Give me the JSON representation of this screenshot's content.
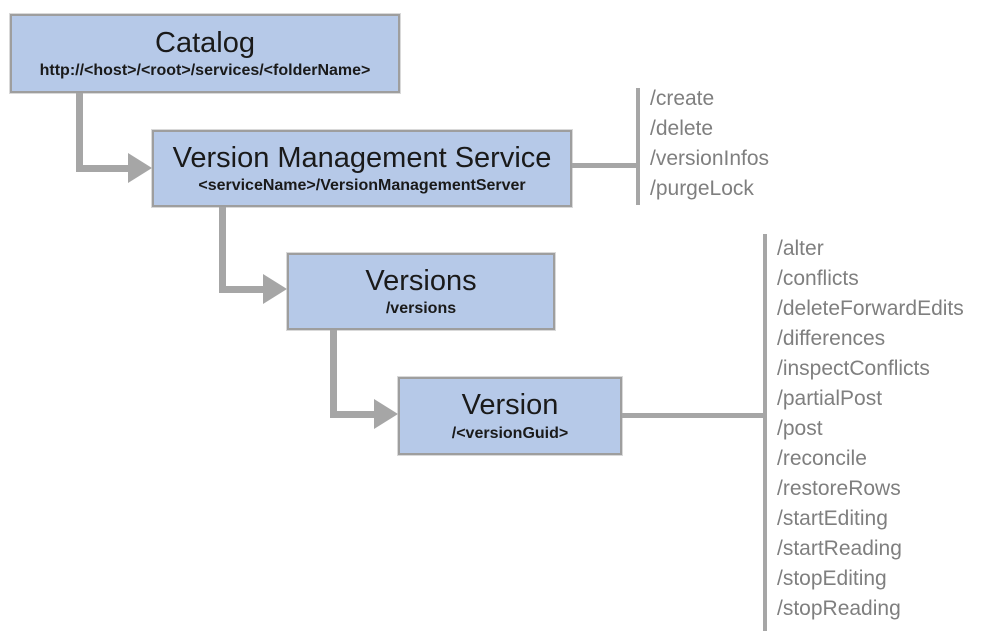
{
  "diagram": {
    "nodes": [
      {
        "id": "catalog",
        "title": "Catalog",
        "subtitle": "http://<host>/<root>/services/<folderName>"
      },
      {
        "id": "vms",
        "title": "Version Management Service",
        "subtitle": "<serviceName>/VersionManagementServer"
      },
      {
        "id": "versions",
        "title": "Versions",
        "subtitle": "/versions"
      },
      {
        "id": "version",
        "title": "Version",
        "subtitle": "/<versionGuid>"
      }
    ],
    "operation_lists": [
      {
        "attached_to": "Version Management Service",
        "items": [
          "/create",
          "/delete",
          "/versionInfos",
          "/purgeLock"
        ]
      },
      {
        "attached_to": "Version",
        "items": [
          "/alter",
          "/conflicts",
          "/deleteForwardEdits",
          "/differences",
          "/inspectConflicts",
          "/partialPost",
          "/post",
          "/reconcile",
          "/restoreRows",
          "/startEditing",
          "/startReading",
          "/stopEditing",
          "/stopReading"
        ]
      }
    ],
    "colors": {
      "node_fill": "#b6c9e8",
      "node_border": "#9e9e9e",
      "connector": "#a6a6a6",
      "list_text": "#7f7f7f",
      "node_text": "#1a1a1a"
    }
  }
}
